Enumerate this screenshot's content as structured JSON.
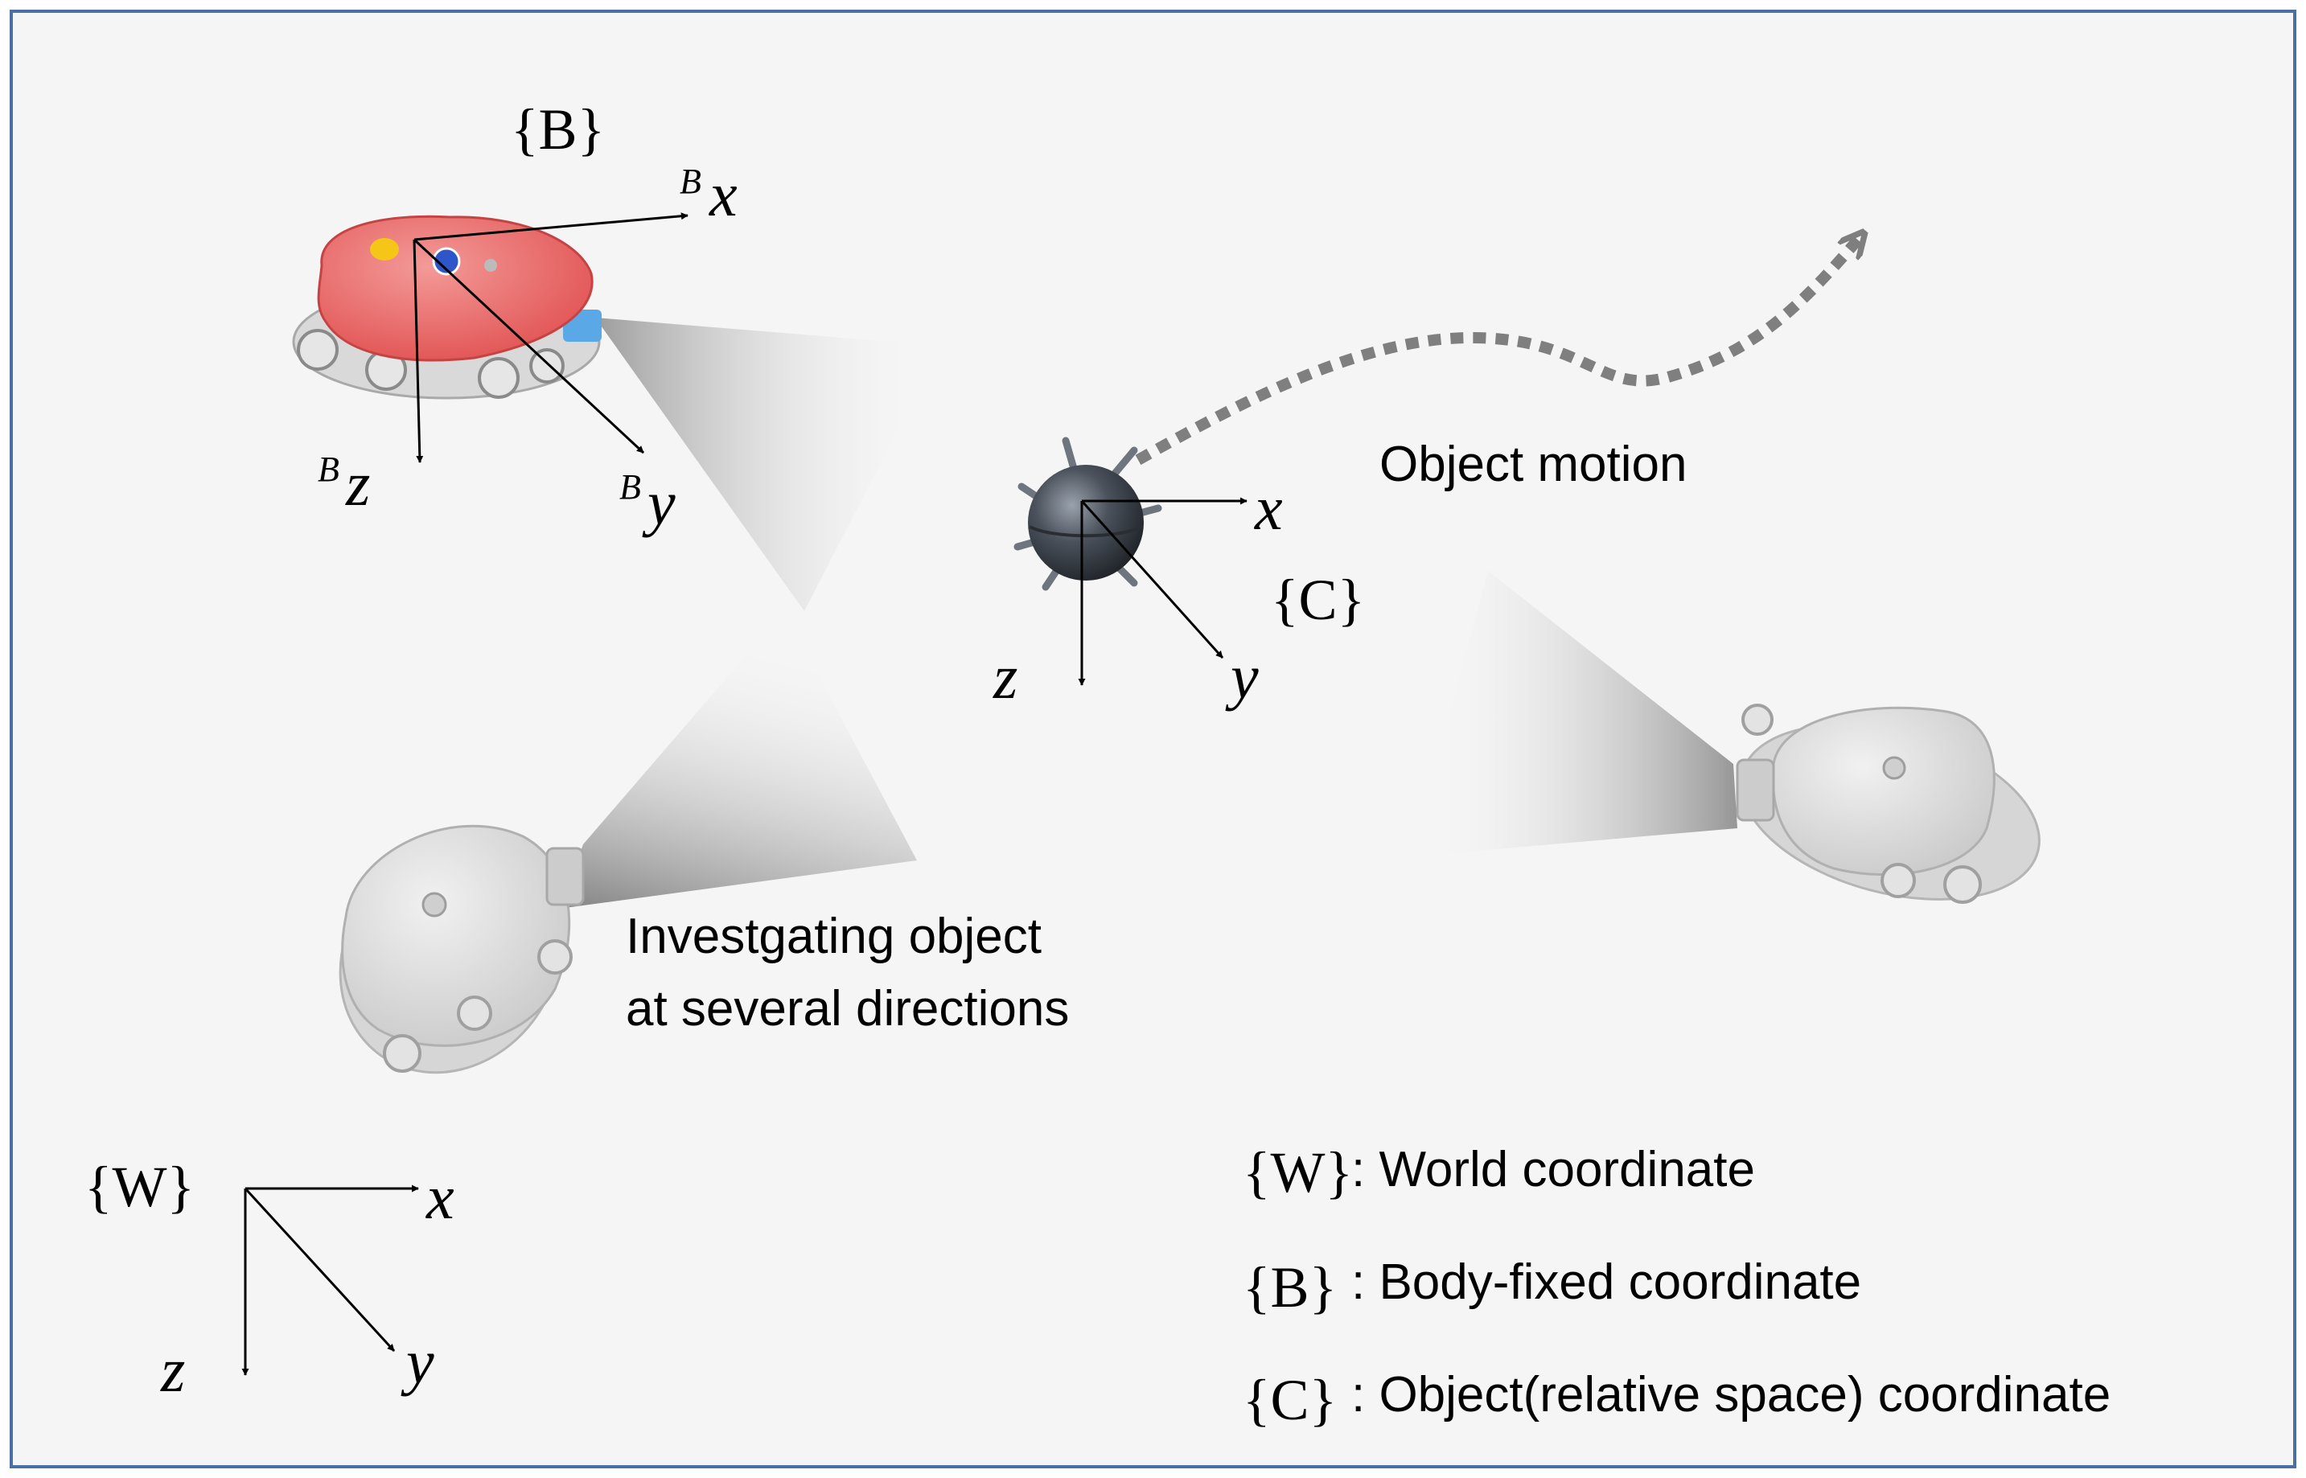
{
  "colors": {
    "frame": "#4a6fa5",
    "background": "#f5f5f5",
    "axis": "#000000",
    "robot_active": "#e85a5a",
    "robot_ghost": "#d4d4d4",
    "sphere": "#4b525c",
    "motion_arrow": "#7f7f7f",
    "view_cone": "#9a9a9a"
  },
  "icons": {
    "robot_active": "underwater-robot-icon",
    "robot_ghost": "underwater-robot-ghost-icon",
    "object": "sea-mine-icon"
  },
  "frames": {
    "body": {
      "name": "{B}",
      "x_label": "x",
      "y_label": "y",
      "z_label": "z",
      "superscript": "B"
    },
    "object": {
      "name": "{C}",
      "x_label": "x",
      "y_label": "y",
      "z_label": "z"
    },
    "world": {
      "name": "{W}",
      "x_label": "x",
      "y_label": "y",
      "z_label": "z"
    }
  },
  "annotations": {
    "object_motion": "Object motion",
    "investigating_line1": "Investgating object",
    "investigating_line2": "at several directions"
  },
  "legend": [
    {
      "symbol": "{W}",
      "text": ": World coordinate"
    },
    {
      "symbol": "{B}",
      "text": ": Body-fixed coordinate"
    },
    {
      "symbol": "{C}",
      "text": ": Object(relative space) coordinate"
    }
  ]
}
